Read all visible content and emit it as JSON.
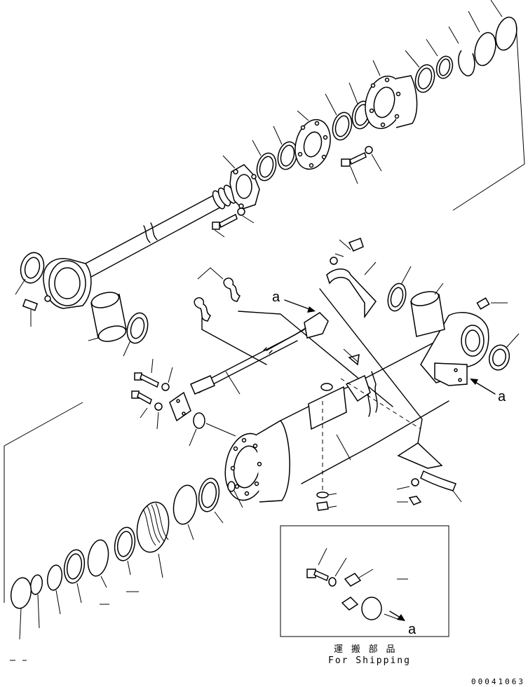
{
  "figure": {
    "callout_letter": "a",
    "shipping_caption_jp": "運 搬 部 品",
    "shipping_caption_en": "For Shipping",
    "drawing_number": "00041063"
  }
}
